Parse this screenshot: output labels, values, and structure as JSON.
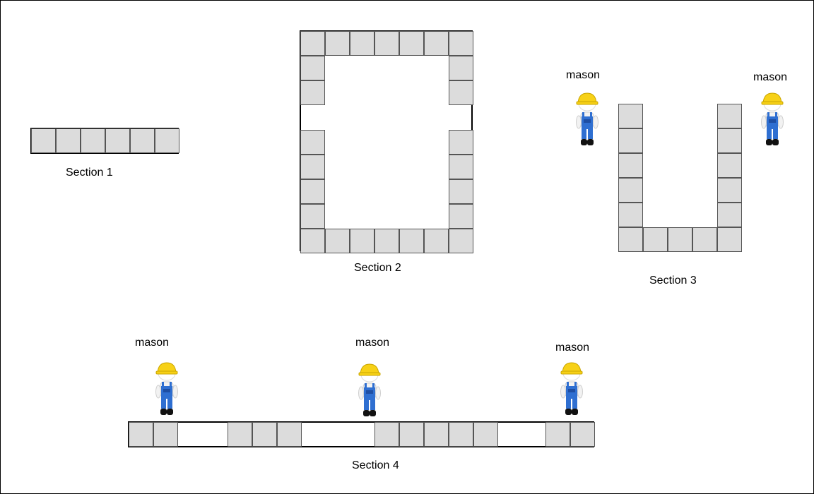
{
  "sections": {
    "s1": "Section 1",
    "s2": "Section 2",
    "s3": "Section 3",
    "s4": "Section 4"
  },
  "mason_label": "mason",
  "colors": {
    "brick": "#dcdcdc",
    "brick_border": "#555555",
    "helmet": "#f7d117",
    "overalls": "#2f6fd1"
  },
  "icons": {
    "mason": "construction-worker-icon",
    "brick": "brick-icon"
  }
}
